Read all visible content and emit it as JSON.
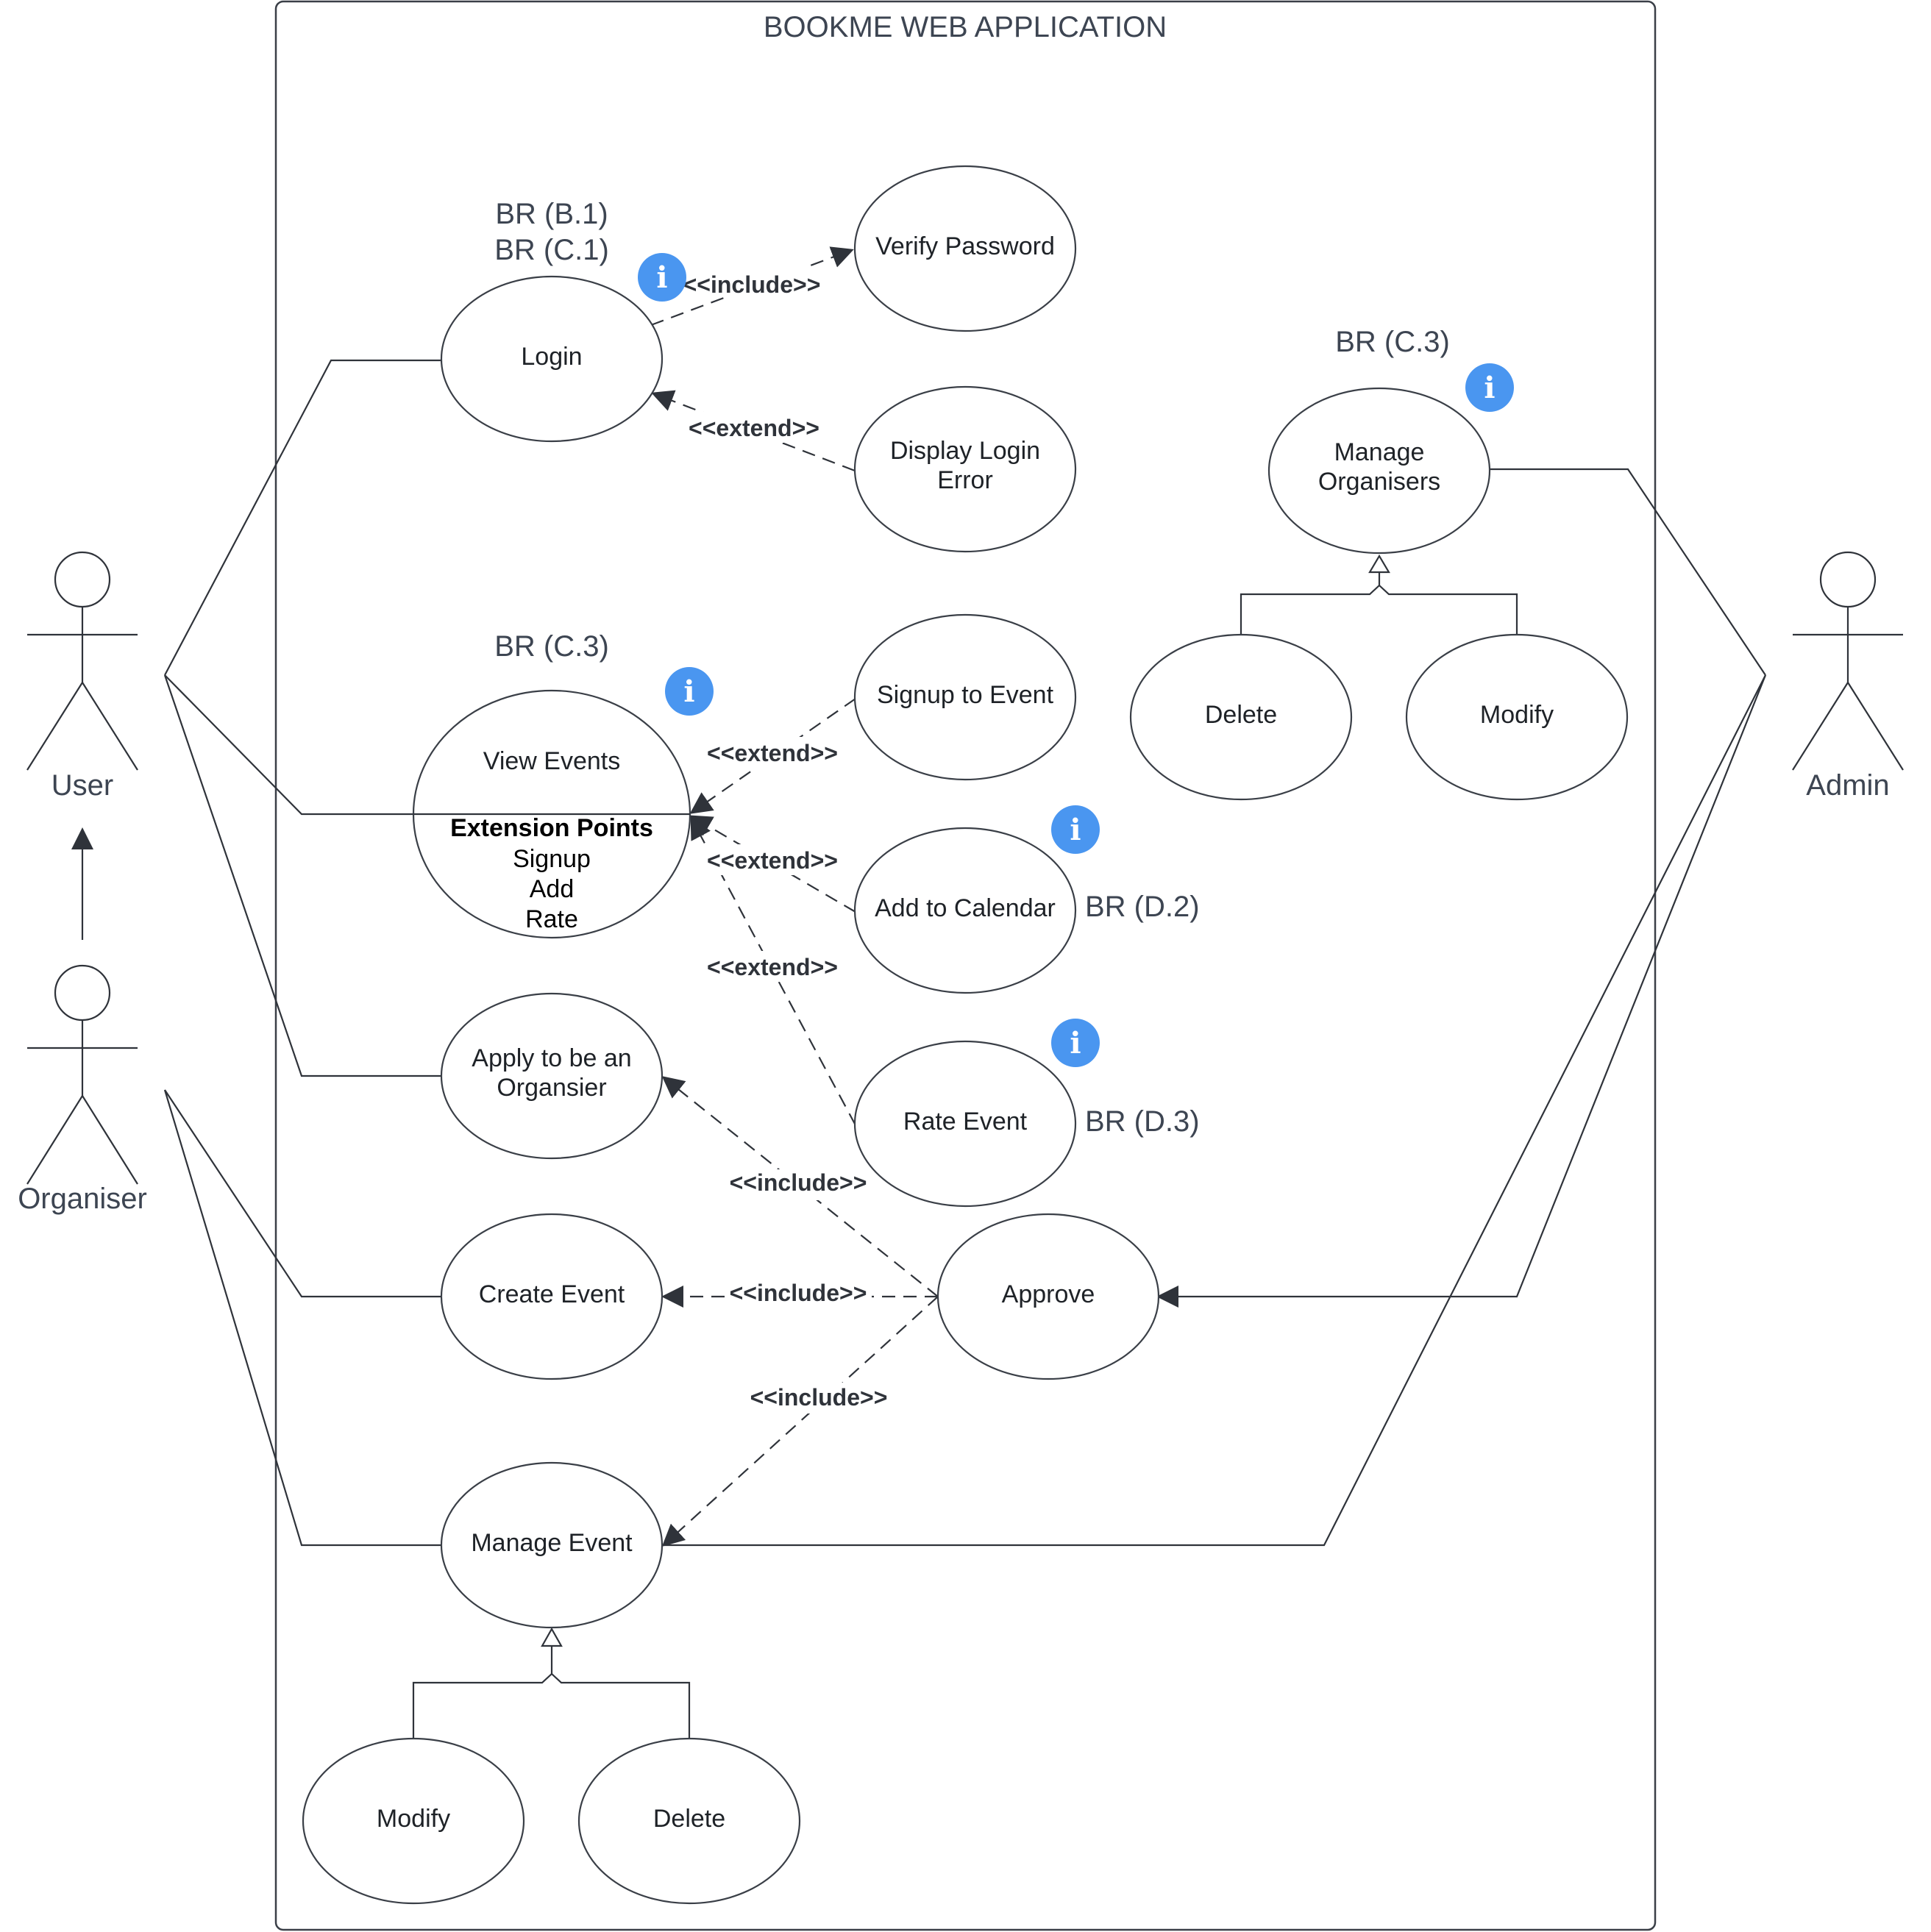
{
  "system": {
    "title": "BOOKME WEB APPLICATION"
  },
  "actors": {
    "user": "User",
    "organiser": "Organiser",
    "admin": "Admin"
  },
  "use_cases": {
    "login": "Login",
    "verify_password": "Verify Password",
    "display_login_error": [
      "Display Login",
      "Error"
    ],
    "view_events": "View Events",
    "extension_points_heading": "Extension Points",
    "extension_points": [
      "Signup",
      "Add",
      "Rate"
    ],
    "signup_to_event": "Signup to Event",
    "add_to_calendar": "Add to Calendar",
    "rate_event": "Rate Event",
    "apply_organiser": [
      "Apply to be an",
      "Organsier"
    ],
    "create_event": "Create Event",
    "approve": "Approve",
    "manage_event": "Manage Event",
    "manage_event_modify": "Modify",
    "manage_event_delete": "Delete",
    "manage_organisers": [
      "Manage",
      "Organisers"
    ],
    "manage_organisers_delete": "Delete",
    "manage_organisers_modify": "Modify"
  },
  "requirement_refs": {
    "login": [
      "BR (B.1)",
      "BR (C.1)"
    ],
    "view_events": "BR (C.3)",
    "manage_organisers": "BR (C.3)",
    "add_to_calendar": "BR (D.2)",
    "rate_event": "BR (D.3)"
  },
  "stereotypes": {
    "include": "<<include>>",
    "extend": "<<extend>>"
  },
  "info_icon": {
    "glyph": "i",
    "color": "#4a96f0"
  },
  "colors": {
    "line": "#2f333a",
    "text": "#3d4552",
    "info": "#4a96f0"
  }
}
